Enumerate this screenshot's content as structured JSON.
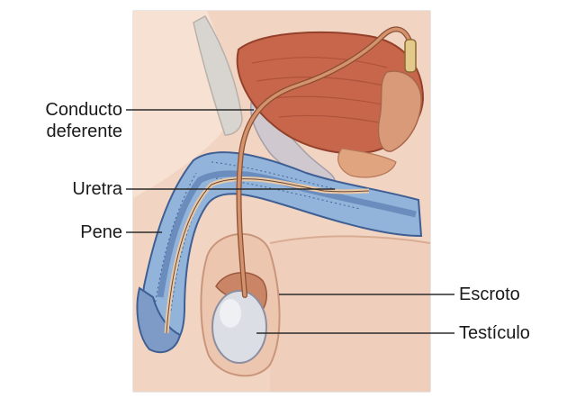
{
  "labels": {
    "conducto_line1": "Conducto",
    "conducto_line2": "deferente",
    "uretra": "Uretra",
    "pene": "Pene",
    "escroto": "Escroto",
    "testiculo": "Testículo"
  },
  "colors": {
    "skin": "#f0d2bf",
    "skin_dark": "#e2b69c",
    "bladder": "#c4654a",
    "erectile_tissue": "#8fb1d8",
    "erectile_dark": "#4f74a8",
    "testis": "#d7d9e2",
    "duct": "#c8896a",
    "leader_line": "#2b2b2b"
  }
}
